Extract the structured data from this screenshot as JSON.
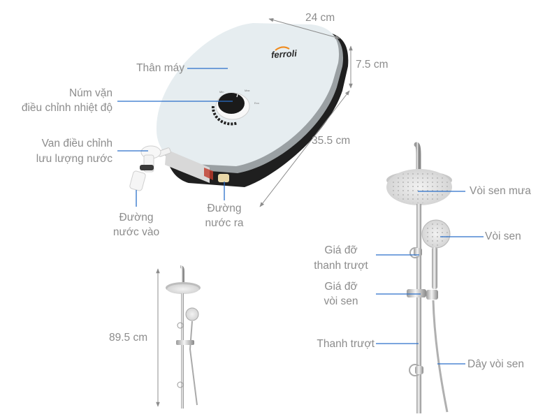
{
  "brand": {
    "logo_text": "ferroli",
    "accent": "#f08a1c"
  },
  "colors": {
    "leader_line": "#2a6fc9",
    "dimension_line": "#8c8c8c",
    "label_text": "#8c8c8c",
    "body_white": "#e8eef0",
    "body_dark": "#1e1e1e"
  },
  "heater": {
    "dimensions": {
      "width": "24 cm",
      "depth": "7.5 cm",
      "height": "35.5 cm"
    },
    "labels": {
      "body": "Thân máy",
      "knob_line1": "Núm vặn",
      "knob_line2": "điều chỉnh nhiệt độ",
      "valve_line1": "Van điều chỉnh",
      "valve_line2": "lưu lượng nước",
      "inlet_line1": "Đường",
      "inlet_line2": "nước vào",
      "outlet_line1": "Đường",
      "outlet_line2": "nước ra"
    }
  },
  "shower_small": {
    "dimensions": {
      "height": "89.5 cm"
    }
  },
  "shower_large": {
    "labels": {
      "rain_head": "Vòi sen mưa",
      "hand_shower": "Vòi sen",
      "slider_holder_line1": "Giá đỡ",
      "slider_holder_line2": "thanh trượt",
      "shower_holder_line1": "Giá đỡ",
      "shower_holder_line2": "vòi sen",
      "slide_bar": "Thanh trượt",
      "hose": "Dây vòi sen"
    }
  }
}
